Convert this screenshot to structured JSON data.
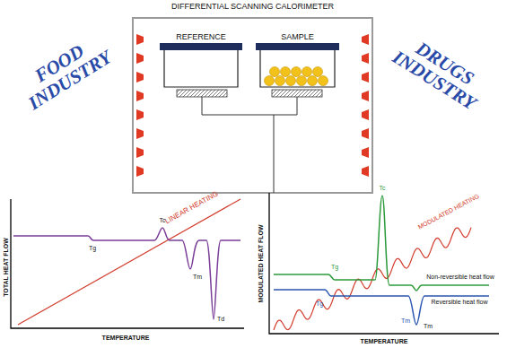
{
  "diagram": {
    "nodes": [
      {
        "text": [
          "DIFFERENTIAL SCANNING CALORIMETER"
        ]
      },
      {
        "text": [
          "REFERENCE"
        ],
        "in": 0
      },
      {
        "text": [
          "SAMPLE"
        ],
        "in": 0
      }
    ],
    "labels": [
      "FOOD INDUSTRY",
      "DRUGS INDUSTRY",
      "TOTAL HEAT FLOW",
      "TEMPERATURE",
      "LINEAR HEATING",
      "Tg",
      "Tc",
      "Tm",
      "Td",
      "MODULATED HEAT FLOW",
      "TEMPERATURE",
      "MODULATED HEATING",
      "Tc",
      "Tg",
      "Tg",
      "Tm",
      "Tm",
      "Non-reversible heat flow",
      "Reversible heat flow"
    ]
  }
}
